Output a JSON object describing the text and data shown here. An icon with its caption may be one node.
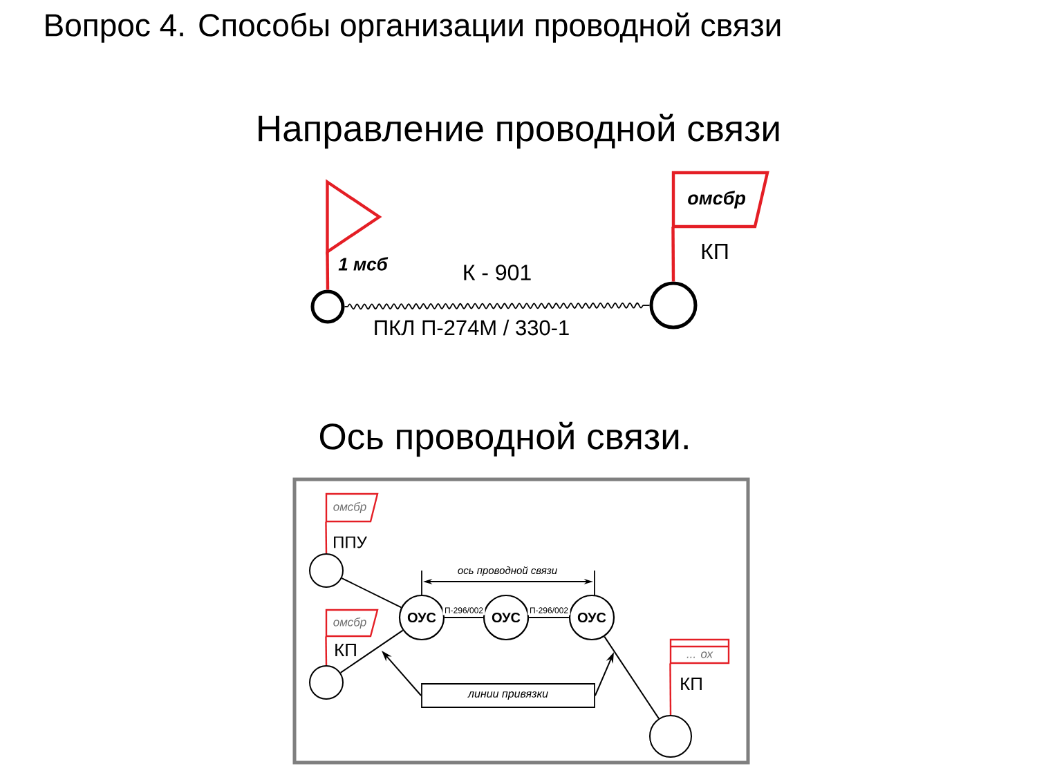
{
  "diagram": {
    "title": "Вопрос 4. Способы организации проводной связи",
    "nodes": [
      {
        "text": [],
        "shape": "flag",
        "beside": [
          "1 мсб"
        ]
      },
      {
        "text": [],
        "shape": "circle"
      },
      {
        "text": [
          "омсбр"
        ],
        "beside": [
          "КП"
        ]
      },
      {
        "text": [],
        "shape": "circle"
      },
      {
        "text": [],
        "shape": "box"
      },
      {
        "text": [
          "омсбр"
        ],
        "in": 4
      },
      {
        "text": [],
        "shape": "circle",
        "beside": [
          "ППУ"
        ],
        "in": 4
      },
      {
        "text": [
          "омсбр"
        ],
        "beside": [
          "КП"
        ],
        "in": 4
      },
      {
        "text": [],
        "shape": "circle",
        "in": 4
      },
      {
        "text": [
          "ОУС"
        ],
        "in": 4
      },
      {
        "text": [
          "ОУС"
        ],
        "in": 4
      },
      {
        "text": [
          "ОУС"
        ],
        "in": 4
      },
      {
        "text": [
          "линии привязки"
        ],
        "in": 4
      },
      {
        "text": [
          "... ох",
          "КП"
        ],
        "in": 4
      },
      {
        "text": [],
        "shape": "circle",
        "in": 4
      }
    ],
    "edges": [
      {
        "from": 0,
        "to": 1,
        "arrow": "none",
        "color": "#e41e25"
      },
      {
        "from": 1,
        "to": 3,
        "arrow": "none",
        "label": "К - 901"
      },
      {
        "from": 2,
        "to": 3,
        "arrow": "none",
        "color": "#e41e25"
      },
      {
        "from": 5,
        "to": 6,
        "arrow": "none",
        "color": "#e41e25"
      },
      {
        "from": 7,
        "to": 8,
        "arrow": "none",
        "color": "#e41e25"
      },
      {
        "from": 6,
        "to": 9,
        "arrow": "none"
      },
      {
        "from": 8,
        "to": 9,
        "arrow": "none"
      },
      {
        "from": 9,
        "to": 10,
        "arrow": "none",
        "label": "П-296/002"
      },
      {
        "from": 10,
        "to": 11,
        "arrow": "none",
        "label": "П-296/002"
      },
      {
        "from": 11,
        "to": 14,
        "arrow": "none"
      },
      {
        "from": 13,
        "to": 14,
        "arrow": "none",
        "color": "#e41e25"
      },
      {
        "from": 12,
        "to": null,
        "arrow": "to"
      },
      {
        "from": 12,
        "to": null,
        "arrow": "to"
      }
    ],
    "labels": [
      "Направление проводной связи",
      "ПКЛ П-274М / 330-1",
      "Ось проводной связи.",
      "ось проводной связи"
    ]
  }
}
